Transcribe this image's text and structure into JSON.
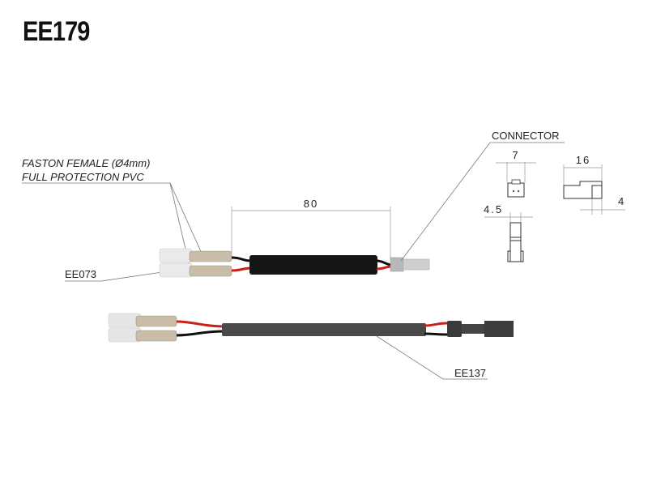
{
  "title": "EE179",
  "labels": {
    "faston_line1": "FASTON FEMALE (Ø4mm)",
    "faston_line2": "FULL PROTECTION PVC",
    "ee073": "EE073",
    "ee137": "EE137",
    "connector": "CONNECTOR"
  },
  "dimensions": {
    "length": "80",
    "connector_width": "7",
    "connector_length": "16",
    "connector_thickness": "4.5",
    "connector_tip": "4"
  },
  "colors": {
    "wire_red": "#c8201a",
    "wire_black": "#111111",
    "sleeve_black": "#161616",
    "sleeve_grey": "#4a4a4a"
  }
}
